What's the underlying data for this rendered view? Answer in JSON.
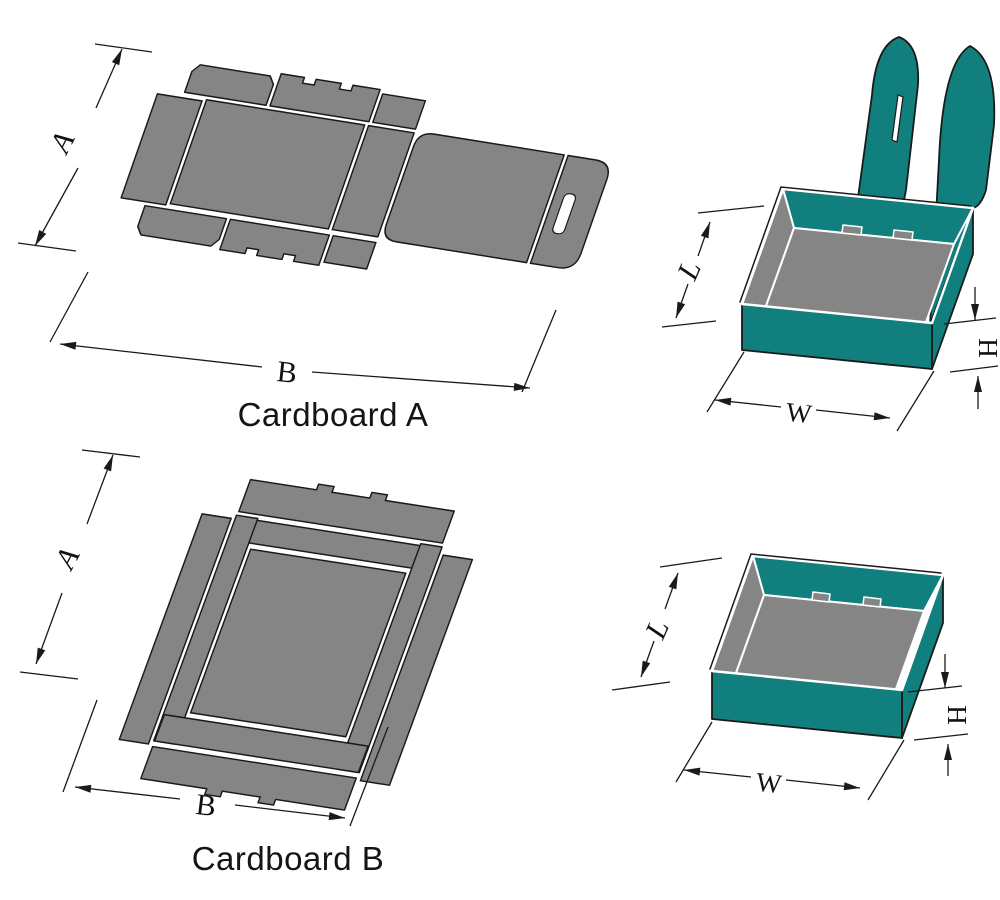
{
  "colors": {
    "panel_gray": "#858585",
    "box_teal": "#117F7E",
    "outline": "#1a1a1a",
    "canvas_bg": "#ffffff"
  },
  "diagram": {
    "pattern_a": {
      "caption": "Cardboard A",
      "dim_height": "A",
      "dim_width": "B"
    },
    "pattern_b": {
      "caption": "Cardboard B",
      "dim_height": "A",
      "dim_width": "B"
    },
    "box_open": {
      "dim_length": "L",
      "dim_width": "W",
      "dim_height": "H"
    },
    "box_tray": {
      "dim_length": "L",
      "dim_width": "W",
      "dim_height": "H"
    }
  }
}
